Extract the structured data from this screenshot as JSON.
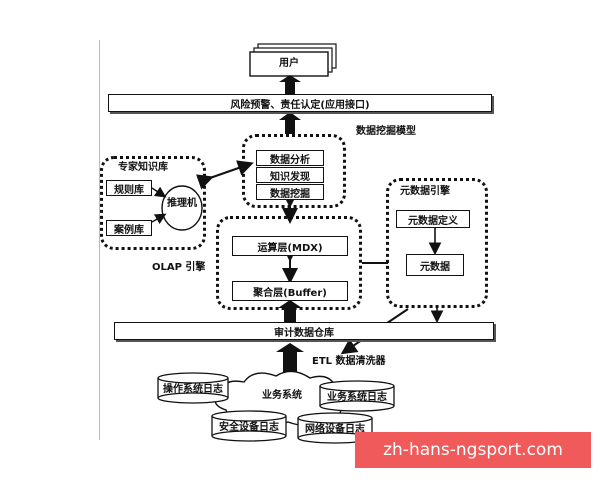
{
  "diagram": {
    "user": "用户",
    "top_bar": "风险预警、责任认定(应用接口)",
    "mining_model_label": "数据挖掘模型",
    "mining_items": [
      "数据分析",
      "知识发现",
      "数据挖掘"
    ],
    "knowledge_label": "专家知识库",
    "knowledge_items": [
      "规则库",
      "案例库"
    ],
    "reasoning": "推理机",
    "olap_label": "OLAP 引擎",
    "olap_layers": [
      "运算层(MDX)",
      "聚合层(Buffer)"
    ],
    "meta_label": "元数据引擎",
    "meta_items": [
      "元数据定义",
      "元数据"
    ],
    "warehouse_bar": "审计数据仓库",
    "etl_label": "ETL 数据清洗器",
    "cloud_label": "业务系统",
    "logs": [
      "操作系统日志",
      "业务系统日志",
      "安全设备日志",
      "网络设备日志"
    ]
  },
  "watermark": "zh-hans-ngsport.com"
}
